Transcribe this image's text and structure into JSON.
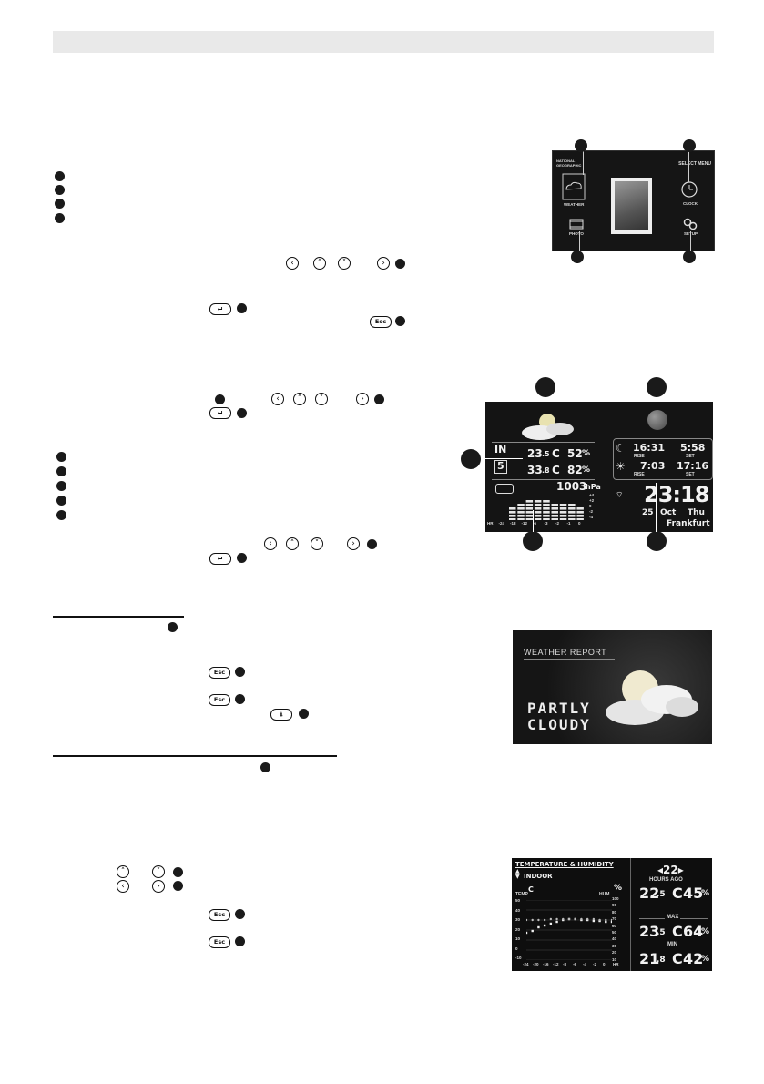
{
  "menu_screen": {
    "brand": "NATIONAL GEOGRAPHIC",
    "title": "SELECT MENU",
    "items": {
      "weather": "WEATHER",
      "clock": "CLOCK",
      "photo": "PHOTO",
      "setup": "SETUP"
    }
  },
  "main_screen": {
    "in_label": "IN",
    "channel": "5",
    "indoor": {
      "temp_int": "23",
      "temp_dec": ".5",
      "unit": "C",
      "hum": "52",
      "hum_unit": "%"
    },
    "outdoor": {
      "temp_int": "33",
      "temp_dec": ".8",
      "unit": "C",
      "hum": "82",
      "hum_unit": "%"
    },
    "pressure": {
      "value": "1003",
      "unit": "hPa"
    },
    "history_ticks": [
      "HR",
      "-24",
      "-18",
      "-12",
      "-6",
      "-3",
      "-2",
      "-1",
      "0"
    ],
    "scale_ticks": [
      "+4",
      "+2",
      "0",
      "-2",
      "-4"
    ],
    "moon": {
      "rise": "16:31",
      "set": "5:58"
    },
    "sun": {
      "rise": "7:03",
      "set": "17:16"
    },
    "rise_label": "RISE",
    "set_label": "SET",
    "time": "23:18",
    "date": {
      "day": "25",
      "month": "Oct",
      "weekday": "Thu"
    },
    "city": "Frankfurt"
  },
  "forecast_screen": {
    "header": "WEATHER REPORT",
    "line1": "PARTLY",
    "line2": "CLOUDY"
  },
  "th_screen": {
    "title": "TEMPERATURE & HUMIDITY",
    "location": "INDOOR",
    "temp_label": "TEMP.",
    "temp_unit": "C",
    "hum_label": "HUM.",
    "hum_unit": "%",
    "hours": "22",
    "hours_label": "HOURS AGO",
    "current": {
      "temp_int": "22",
      "temp_dec": ".5",
      "hum": "45"
    },
    "max_label": "MAX",
    "max": {
      "temp_int": "23",
      "temp_dec": ".5",
      "hum": "64"
    },
    "min_label": "MIN",
    "min": {
      "temp_int": "21",
      "temp_dec": ".8",
      "hum": "42"
    },
    "unit_c": "C",
    "unit_pct": "%",
    "left_axis": [
      "50",
      "40",
      "30",
      "20",
      "10",
      "0",
      "-10"
    ],
    "right_axis": [
      "100",
      "90",
      "80",
      "70",
      "60",
      "50",
      "40",
      "30",
      "20",
      "10"
    ],
    "x_axis": [
      "-24",
      "-20",
      "-16",
      "-12",
      "-8",
      "-6",
      "-4",
      "-2",
      "0",
      "HR"
    ]
  },
  "buttons": {
    "left": "‹",
    "up": "˄",
    "down": "˅",
    "right": "›",
    "enter": "↵",
    "esc": "Esc",
    "alarm": "⍋"
  }
}
